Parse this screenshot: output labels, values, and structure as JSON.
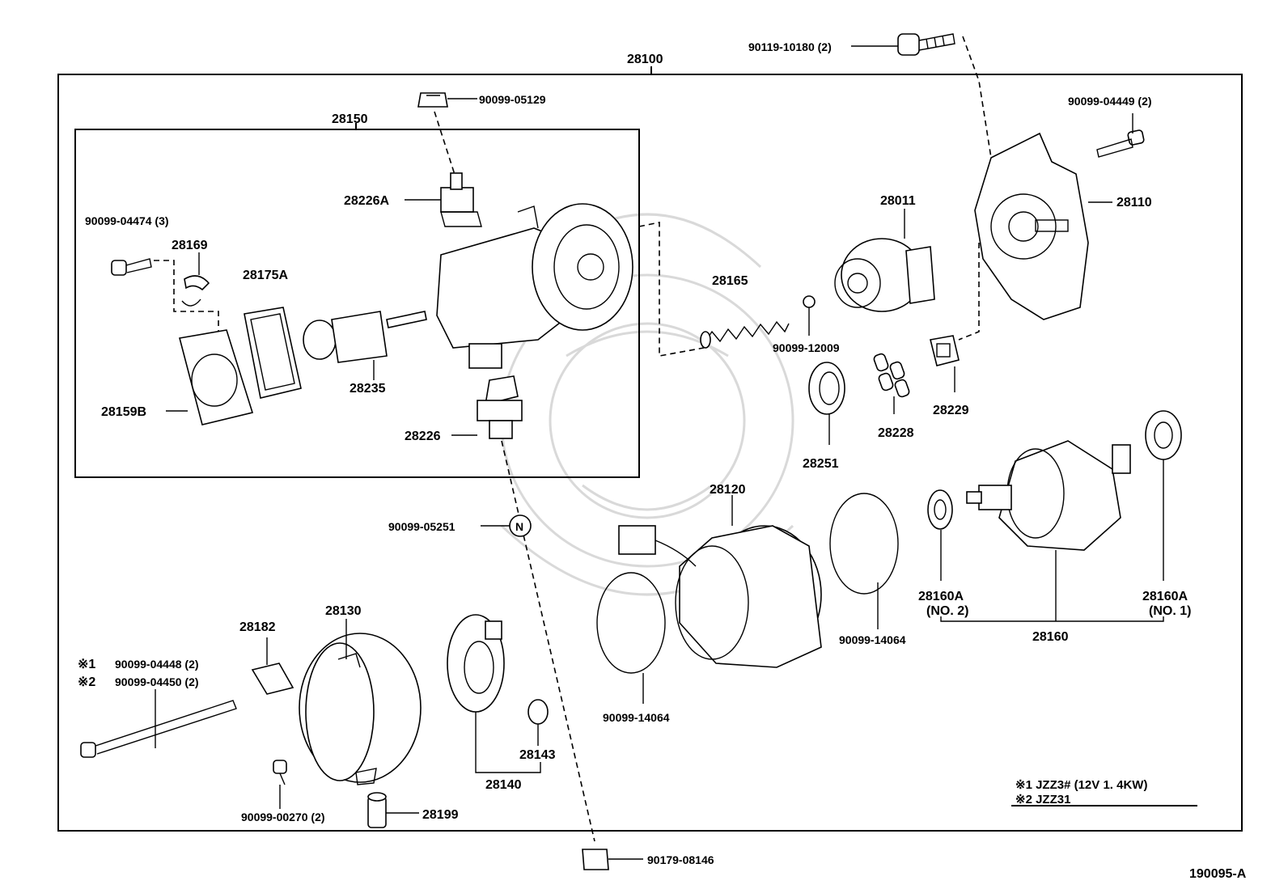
{
  "diagram": {
    "figure_id": "190095-A",
    "assembly_label": "28100",
    "subassembly_label": "28150",
    "labels": {
      "l_28100": "28100",
      "l_28150": "28150",
      "l_90119_10180": "90119-10180 (2)",
      "l_90099_05129": "90099-05129",
      "l_90099_04449": "90099-04449 (2)",
      "l_28110": "28110",
      "l_28226A": "28226A",
      "l_28011": "28011",
      "l_90099_04474": "90099-04474 (3)",
      "l_28169": "28169",
      "l_28175A": "28175A",
      "l_28165": "28165",
      "l_90099_12009": "90099-12009",
      "l_28235": "28235",
      "l_28159B": "28159B",
      "l_28226": "28226",
      "l_28228": "28228",
      "l_28229": "28229",
      "l_28251": "28251",
      "l_28120": "28120",
      "l_90099_05251": "90099-05251",
      "l_N": "N",
      "l_28160A_2": "28160A",
      "l_no2": "(NO. 2)",
      "l_28160A_1": "28160A",
      "l_no1": "(NO. 1)",
      "l_28160": "28160",
      "l_90099_14064_a": "90099-14064",
      "l_90099_14064_b": "90099-14064",
      "l_28130": "28130",
      "l_28182": "28182",
      "l_note1": "※1",
      "l_note2": "※2",
      "l_90099_04448": "90099-04448 (2)",
      "l_90099_04450": "90099-04450 (2)",
      "l_28143": "28143",
      "l_28140": "28140",
      "l_90099_00270": "90099-00270 (2)",
      "l_28199": "28199",
      "l_90179_08146": "90179-08146",
      "l_figure_id": "190095-A"
    },
    "legend": {
      "line1": "※1 JZZ3# (12V  1. 4KW)",
      "line2": "※2 JZZ31"
    }
  }
}
